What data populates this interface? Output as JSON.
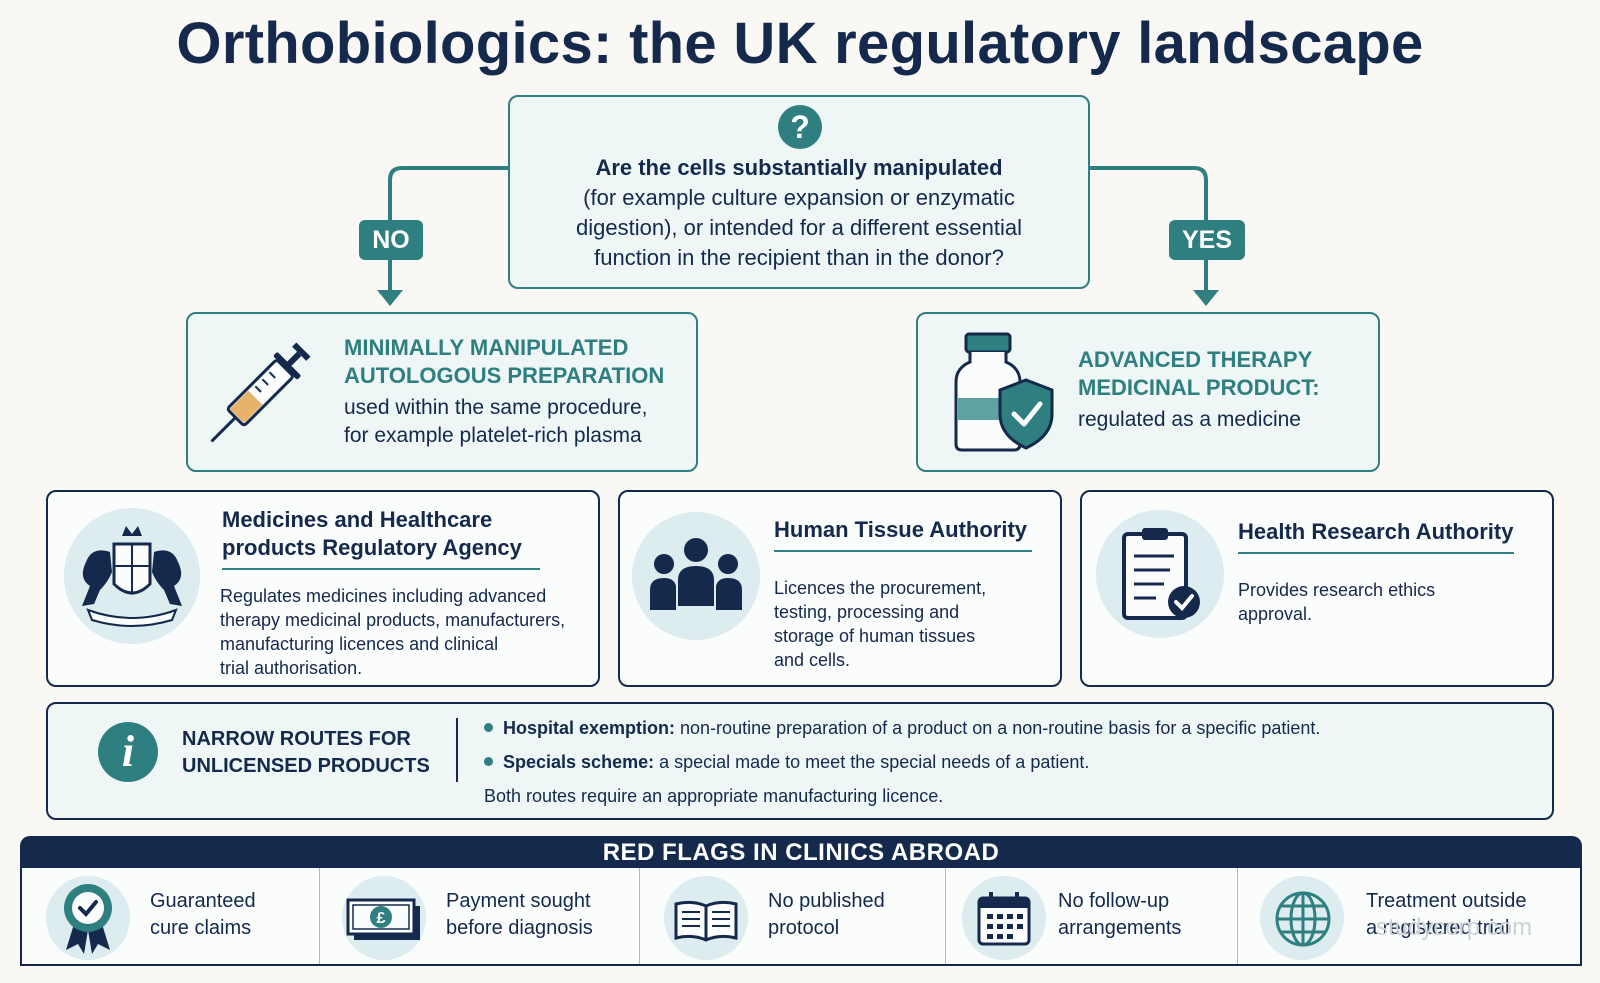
{
  "title": "Orthobiologics: the UK regulatory landscape",
  "question": {
    "icon": "question-mark-icon",
    "lead": "Are the cells substantially manipulated",
    "lines": [
      "(for example culture expansion or enzymatic",
      "digestion), or intended for a different essential",
      "function in the recipient than in the donor?"
    ]
  },
  "branches": {
    "no_label": "NO",
    "yes_label": "YES"
  },
  "outcomes": {
    "no": {
      "icon": "syringe-icon",
      "title_1": "MINIMALLY MANIPULATED",
      "title_2": "AUTOLOGOUS PREPARATION",
      "body_1": "used within the same procedure,",
      "body_2": "for example platelet-rich plasma"
    },
    "yes": {
      "icon": "vial-shield-icon",
      "title_1": "ADVANCED THERAPY",
      "title_2": "MEDICINAL PRODUCT:",
      "body_1": "regulated as a medicine"
    }
  },
  "authorities": [
    {
      "icon": "royal-coat-of-arms-icon",
      "title_1": "Medicines and Healthcare",
      "title_2": "products Regulatory Agency",
      "body": [
        "Regulates medicines including advanced",
        "therapy medicinal products, manufacturers,",
        "manufacturing licences and clinical",
        "trial authorisation."
      ]
    },
    {
      "icon": "people-group-icon",
      "title_1": "Human Tissue Authority",
      "body": [
        "Licences the procurement,",
        "testing, processing and",
        "storage of human tissues",
        "and cells."
      ]
    },
    {
      "icon": "clipboard-check-icon",
      "title_1": "Health Research Authority",
      "body": [
        "Provides research ethics",
        "approval."
      ]
    }
  ],
  "routes": {
    "icon": "info-icon",
    "heading_1": "NARROW ROUTES FOR",
    "heading_2": "UNLICENSED PRODUCTS",
    "items": [
      {
        "label": "Hospital exemption:",
        "text": " non-routine preparation of a product on a non-routine basis for a specific patient."
      },
      {
        "label": "Specials scheme:",
        "text": " a special made to meet the special needs of a patient."
      }
    ],
    "note": "Both routes require an appropriate manufacturing licence."
  },
  "red_flags": {
    "heading": "RED FLAGS IN CLINICS ABROAD",
    "items": [
      {
        "icon": "award-ribbon-check-icon",
        "line_1": "Guaranteed",
        "line_2": "cure claims"
      },
      {
        "icon": "banknotes-pound-icon",
        "line_1": "Payment sought",
        "line_2": "before diagnosis"
      },
      {
        "icon": "open-book-icon",
        "line_1": "No published",
        "line_2": "protocol"
      },
      {
        "icon": "calendar-icon",
        "line_1": "No follow-up",
        "line_2": "arrangements"
      },
      {
        "icon": "globe-icon",
        "line_1": "Treatment outside",
        "line_2": "a registered trial"
      }
    ]
  },
  "watermark": "studycorp.com",
  "colors": {
    "teal": "#2f7f80",
    "navy": "#14294b",
    "background": "#f9f8f4",
    "box_fill": "#eef6f6"
  }
}
